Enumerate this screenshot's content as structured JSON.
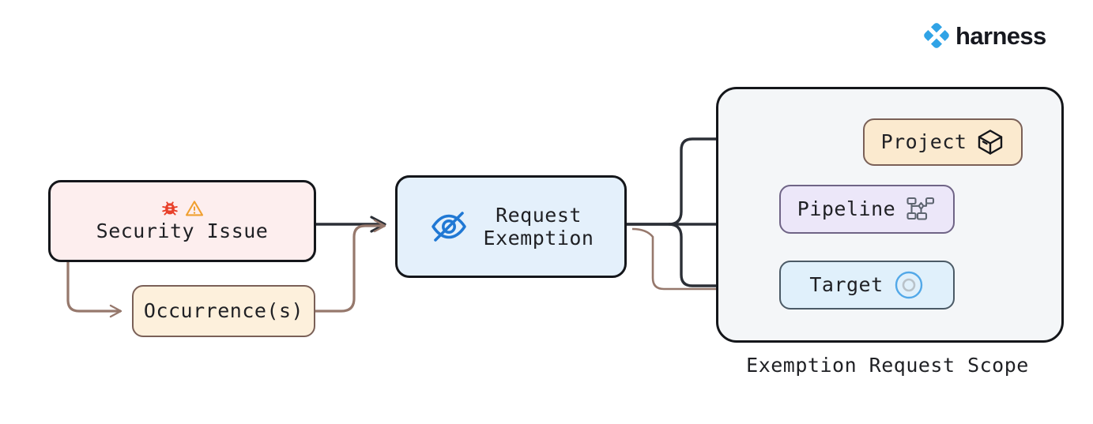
{
  "brand": {
    "logo_icon": "harness-diamond-logo-icon",
    "name": "harness",
    "accent": "#30a3e6"
  },
  "diagram": {
    "type": "flowchart",
    "direction": "left-to-right",
    "nodes": [
      {
        "id": "security_issue",
        "label": "Security Issue",
        "icons": [
          "bug-icon",
          "warning-triangle-icon"
        ],
        "fill": "#fdeeee",
        "stroke": "#14161a"
      },
      {
        "id": "occurrences",
        "label": "Occurrence(s)",
        "icons": [],
        "fill": "#fdf0dc",
        "stroke": "#7a6057"
      },
      {
        "id": "request_exemption",
        "label": "Request\nExemption",
        "label_line1": "Request",
        "label_line2": "Exemption",
        "icons": [
          "eye-off-icon"
        ],
        "fill": "#e4f0fb",
        "stroke": "#14161a"
      },
      {
        "id": "project",
        "label": "Project",
        "icons": [
          "cube-icon"
        ],
        "fill": "#fbeacf",
        "stroke": "#7a6057"
      },
      {
        "id": "pipeline",
        "label": "Pipeline",
        "icons": [
          "pipeline-nodes-icon"
        ],
        "fill": "#ece7f9",
        "stroke": "#6f6486"
      },
      {
        "id": "target",
        "label": "Target",
        "icons": [
          "target-circle-icon"
        ],
        "fill": "#e0f0fb",
        "stroke": "#4b5a66"
      }
    ],
    "container": {
      "id": "exemption_request_scope",
      "title": "Exemption Request Scope",
      "fill": "#f4f6f8",
      "stroke": "#14161a",
      "members": [
        "project",
        "pipeline",
        "target"
      ]
    },
    "edges": [
      {
        "from": "security_issue",
        "to": "request_exemption",
        "color": "#2b2f36"
      },
      {
        "from": "security_issue",
        "to": "occurrences",
        "color": "#96786c"
      },
      {
        "from": "occurrences",
        "to": "request_exemption",
        "color": "#96786c"
      },
      {
        "from": "request_exemption",
        "to": "project",
        "color": "#2b2f36"
      },
      {
        "from": "request_exemption",
        "to": "pipeline",
        "color": "#2b2f36"
      },
      {
        "from": "request_exemption",
        "to": "target",
        "color": "#2b2f36"
      },
      {
        "from": "occurrences",
        "to": "target",
        "color": "#96786c"
      },
      {
        "from": "project",
        "to": "pipeline",
        "color": "#2b2f36"
      },
      {
        "from": "project",
        "to": "target",
        "color": "#2b2f36"
      }
    ]
  }
}
